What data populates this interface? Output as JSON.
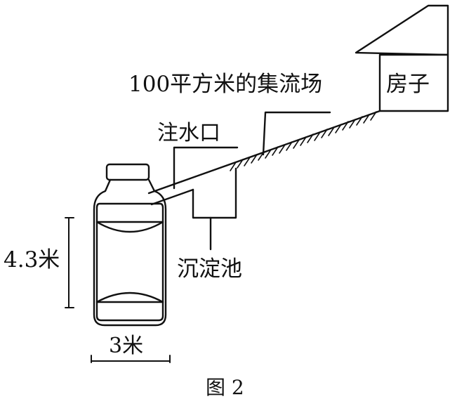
{
  "labels": {
    "collection_area": "100平方米的集流场",
    "house": "房子",
    "inlet": "注水口",
    "settling_tank": "沉淀池",
    "height": "4.3米",
    "width": "3米",
    "caption": "图 2"
  }
}
